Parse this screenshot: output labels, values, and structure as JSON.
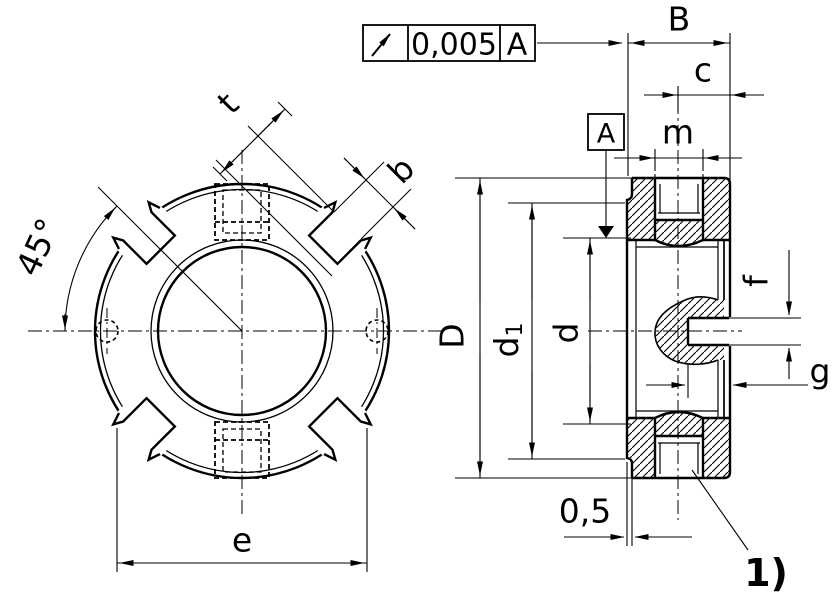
{
  "colors": {
    "ink": "#000000",
    "background": "#ffffff"
  },
  "front_view": {
    "angle_dim": "45°",
    "slot_depth_dim": "t",
    "slot_width_dim": "b",
    "across_slots_dim": "e"
  },
  "tolerance_frame": {
    "symbol": "circular-runout",
    "value": "0,005",
    "datum": "A"
  },
  "section_view": {
    "width_dim": "B",
    "face_width_dim": "c",
    "slot_width_dim": "m",
    "datum_label": "A",
    "outer_dia_dim": "D",
    "groove_dia_dim_base": "d",
    "groove_dia_dim_sub": "1",
    "bore_dia_dim": "d",
    "pin_slot_height_dim": "f",
    "pin_slot_depth_dim": "g",
    "face_offset_dim": "0,5",
    "footnote": "1)"
  }
}
